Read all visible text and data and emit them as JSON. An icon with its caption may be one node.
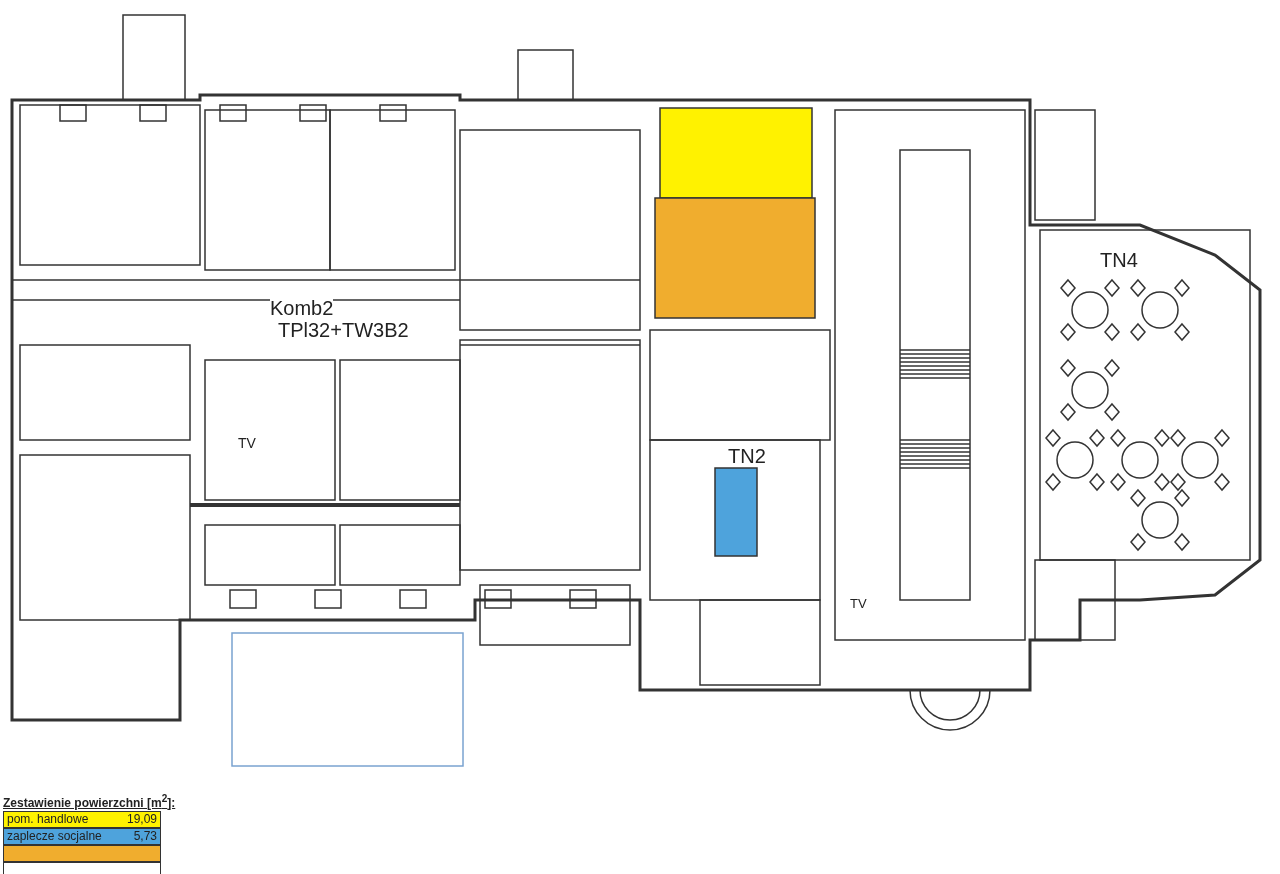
{
  "diagram": {
    "labels": [
      "Komb2",
      "TPl32+TW3B2",
      "TV",
      "TN2",
      "TV",
      "TN4",
      "Zestawienie powierzchni [m$^{2}$]:",
      "19,09",
      "5,73"
    ],
    "legend": [
      {
        "text": "pom. handlowe",
        "color": "#fff200"
      },
      {
        "text": "zaplecze socjalne",
        "color": "#4ea3dc"
      }
    ]
  }
}
